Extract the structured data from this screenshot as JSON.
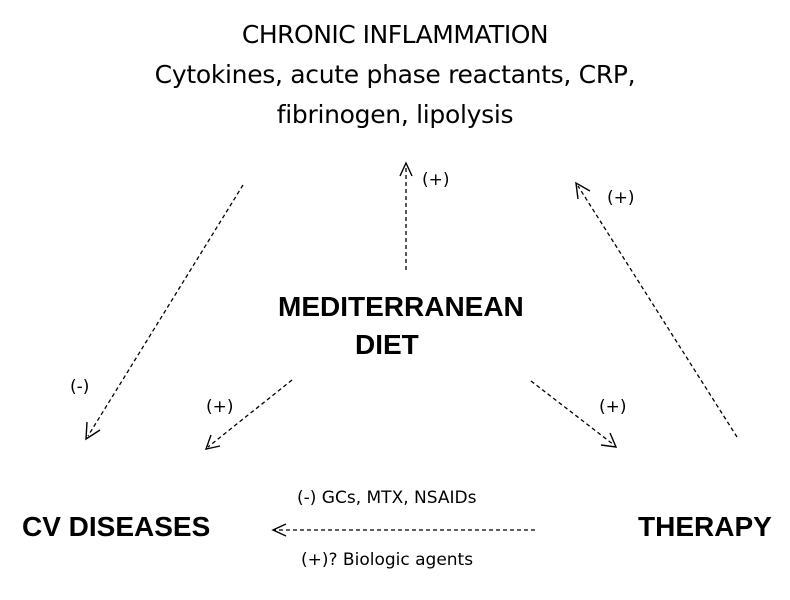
{
  "chronic": {
    "title": "CHRONIC INFLAMMATION",
    "line2": "Cytokines, acute phase reactants, CRP,",
    "line3": "fibrinogen, lipolysis"
  },
  "diet": {
    "line1": "MEDITERRANEAN",
    "line2": "DIET"
  },
  "cv_diseases": "CV DISEASES",
  "therapy": "THERAPY",
  "signs": {
    "diet_to_inflammation": "(+)",
    "therapy_to_inflammation": "(+)",
    "inflammation_to_cv": "(-)",
    "diet_to_cv": "(+)",
    "diet_to_therapy": "(+)"
  },
  "therapy_to_cv": {
    "line1": "(-) GCs, MTX, NSAIDs",
    "line2": "(+)? Biologic agents"
  },
  "colors": {
    "text": "#000000",
    "arrow": "#000000",
    "background": "#ffffff"
  }
}
